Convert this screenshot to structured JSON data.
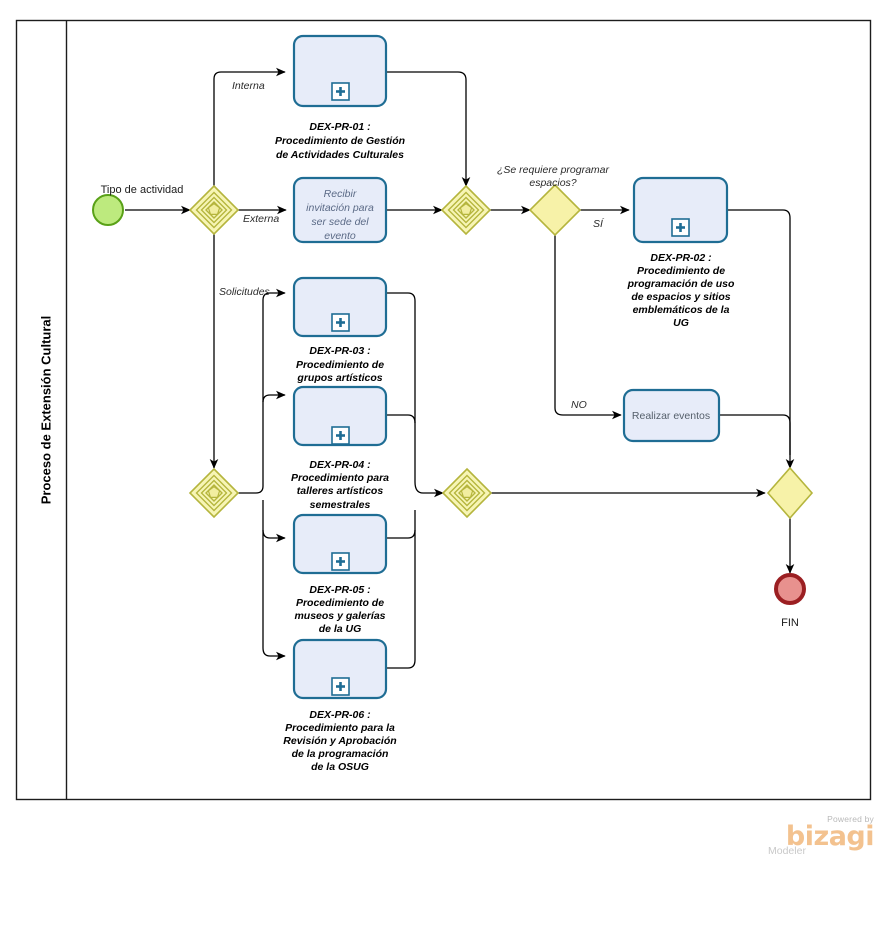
{
  "diagram": {
    "type": "bpmn-process-diagram",
    "pool_title": "Proceso de Extensión Cultural",
    "colors": {
      "subprocess_fill": "#e7ecf9",
      "subprocess_stroke": "#1f6d94",
      "gateway_fill": "#f7f5b5",
      "gateway_stroke": "#b5b53d",
      "start_event_fill": "#bdea7e",
      "start_event_stroke": "#59a117",
      "end_event_fill": "#e8918e",
      "end_event_stroke": "#9b1f22",
      "flow_stroke": "#000000"
    }
  },
  "events": {
    "start": {
      "name": "start-event",
      "label": "Tipo de actividad"
    },
    "end": {
      "name": "end-event",
      "label": "FIN"
    }
  },
  "gateways": [
    {
      "id": "gw-tipo-actividad",
      "kind": "multiple",
      "label": ""
    },
    {
      "id": "gw-merge-superior",
      "kind": "multiple",
      "label": ""
    },
    {
      "id": "gw-requiere-espacios",
      "kind": "exclusive",
      "label": "¿Se requiere programar espacios?"
    },
    {
      "id": "gw-solicitudes-split",
      "kind": "multiple",
      "label": ""
    },
    {
      "id": "gw-solicitudes-join",
      "kind": "multiple",
      "label": ""
    },
    {
      "id": "gw-merge-final",
      "kind": "exclusive",
      "label": ""
    }
  ],
  "flow_labels": {
    "interna": "Interna",
    "externa": "Externa",
    "solicitudes": "Solicitudes",
    "si": "SÍ",
    "no": "NO"
  },
  "gateway_questions": {
    "espacios_line1": "¿Se requiere programar",
    "espacios_line2": "espacios?"
  },
  "subprocesses": [
    {
      "id": "DEX-PR-01",
      "marker": "collapsed-subprocess-plus",
      "label_lines": [
        "DEX-PR-01 :",
        "Procedimiento de Gestión",
        "de Actividades Culturales"
      ]
    },
    {
      "id": "DEX-PR-02",
      "marker": "collapsed-subprocess-plus",
      "label_lines": [
        "DEX-PR-02 :",
        "Procedimiento de",
        "programación de uso",
        "de espacios y sitios",
        "emblemáticos de la",
        "UG"
      ]
    },
    {
      "id": "DEX-PR-03",
      "marker": "collapsed-subprocess-plus",
      "label_lines": [
        "DEX-PR-03 :",
        "Procedimiento de",
        "grupos artísticos"
      ]
    },
    {
      "id": "DEX-PR-04",
      "marker": "collapsed-subprocess-plus",
      "label_lines": [
        "DEX-PR-04 :",
        "Procedimiento para",
        "talleres artísticos",
        "semestrales"
      ]
    },
    {
      "id": "DEX-PR-05",
      "marker": "collapsed-subprocess-plus",
      "label_lines": [
        "DEX-PR-05 :",
        "Procedimiento de",
        "museos y galerías",
        "de la UG"
      ]
    },
    {
      "id": "DEX-PR-06",
      "marker": "collapsed-subprocess-plus",
      "label_lines": [
        "DEX-PR-06 :",
        "Procedimiento para la",
        "Revisión y Aprobación",
        "de la programación",
        "de la OSUG"
      ]
    }
  ],
  "tasks": [
    {
      "id": "task-recibir-invitacion",
      "style": "italic",
      "text_lines": [
        "Recibir",
        "invitación para",
        "ser sede del",
        "evento"
      ]
    },
    {
      "id": "task-realizar-eventos",
      "style": "plain",
      "text_lines": [
        "Realizar eventos"
      ]
    }
  ],
  "watermark": {
    "powered_by": "Powered by",
    "brand": "bizagi",
    "product": "Modeler"
  }
}
